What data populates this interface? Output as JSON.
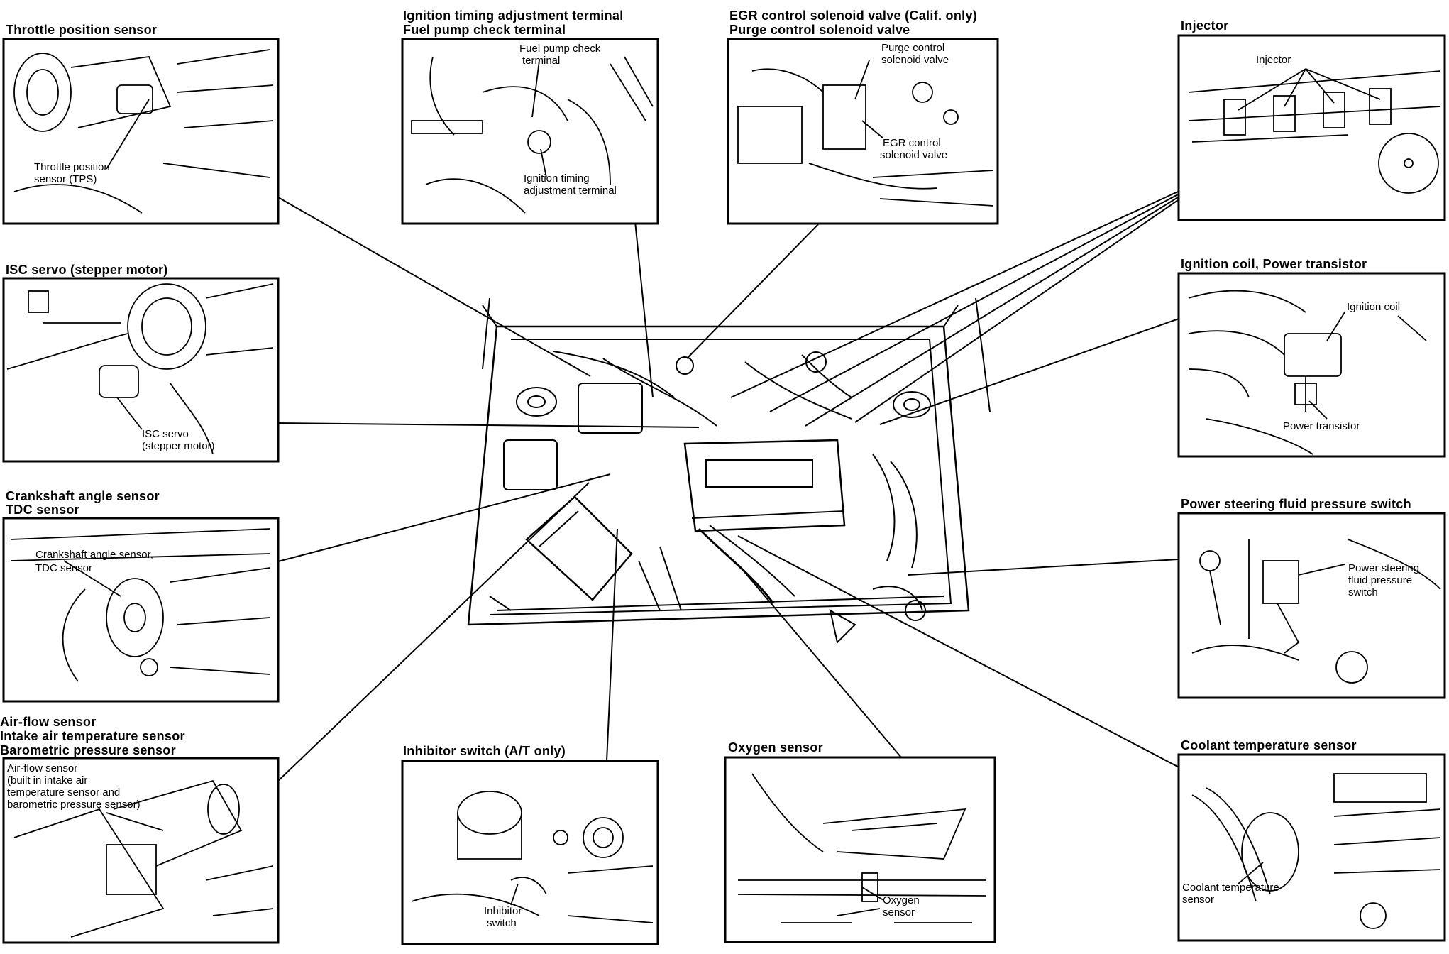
{
  "panels": {
    "throttle": {
      "title": [
        "Throttle position sensor"
      ],
      "labels": [
        "Throttle position",
        "sensor (TPS)"
      ]
    },
    "ignition_timing": {
      "title": [
        "Ignition timing adjustment terminal",
        "Fuel pump check terminal"
      ],
      "labels": [
        "Fuel pump check",
        "terminal",
        "Ignition timing",
        "adjustment terminal"
      ]
    },
    "egr": {
      "title": [
        "EGR control solenoid valve (Calif. only)",
        "Purge control solenoid valve"
      ],
      "labels": [
        "Purge control",
        "solenoid valve",
        "EGR control",
        "solenoid valve"
      ]
    },
    "injector": {
      "title": [
        "Injector"
      ],
      "labels": [
        "Injector"
      ]
    },
    "isc": {
      "title": [
        "ISC servo (stepper motor)"
      ],
      "labels": [
        "ISC servo",
        "(stepper motor)"
      ]
    },
    "ignition_coil": {
      "title": [
        "Ignition coil, Power transistor"
      ],
      "labels": [
        "Ignition coil",
        "Power transistor"
      ]
    },
    "crankshaft": {
      "title": [
        "Crankshaft angle sensor",
        "TDC sensor"
      ],
      "labels": [
        "Crankshaft angle sensor,",
        "TDC sensor"
      ]
    },
    "power_steering": {
      "title": [
        "Power steering fluid pressure switch"
      ],
      "labels": [
        "Power steering",
        "fluid pressure",
        "switch"
      ]
    },
    "airflow": {
      "title": [
        "Air-flow sensor",
        "Intake air temperature sensor",
        "Barometric pressure sensor"
      ],
      "labels": [
        "Air-flow sensor",
        "(built in intake air",
        "temperature sensor and",
        "barometric pressure sensor)"
      ]
    },
    "inhibitor": {
      "title": [
        "Inhibitor switch (A/T only)"
      ],
      "labels": [
        "Inhibitor",
        "switch"
      ]
    },
    "oxygen": {
      "title": [
        "Oxygen sensor"
      ],
      "labels": [
        "Oxygen",
        "sensor"
      ]
    },
    "coolant": {
      "title": [
        "Coolant temperature sensor"
      ],
      "labels": [
        "Coolant temperature",
        "sensor"
      ]
    }
  },
  "colors": {
    "ink": "#000000",
    "paper": "#ffffff"
  }
}
